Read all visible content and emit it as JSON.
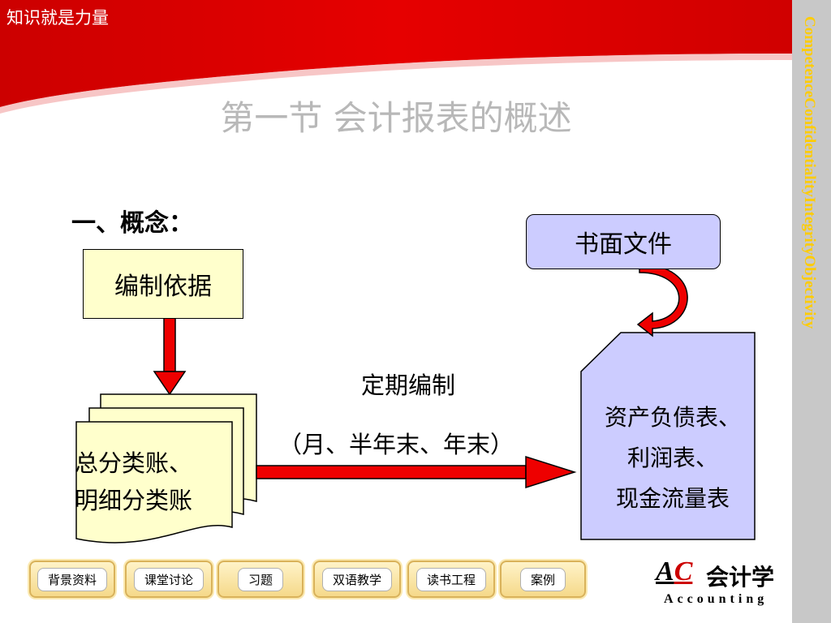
{
  "header": {
    "motto": "知识就是力量"
  },
  "sidebar": {
    "vertical_text": "CompetenceConfidentialityIntegrityObjectivity"
  },
  "slide": {
    "title": "第一节  会计报表的概述",
    "section_heading": "一、概念：",
    "basis_label": "编制依据",
    "document_label": "书面文件",
    "ledger_line1": "总分类账、",
    "ledger_line2": "明细分类账",
    "period_label": "定期编制",
    "period_sub": "（月、半年末、年末）",
    "reports": [
      "资产负债表、",
      "利润表、",
      "现金流量表"
    ]
  },
  "nav": {
    "buttons": [
      "背景资料",
      "课堂讨论",
      "习题",
      "双语教学",
      "读书工程",
      "案例"
    ]
  },
  "logo": {
    "letter_a": "A",
    "letter_c": "C",
    "title_cn": "会计学",
    "title_en": "Accounting"
  },
  "colors": {
    "banner_red": "#e00000",
    "sidebar_gray": "#c8c8c8",
    "sidebar_text": "#ffcc00",
    "arrow_red": "#ee0000"
  }
}
